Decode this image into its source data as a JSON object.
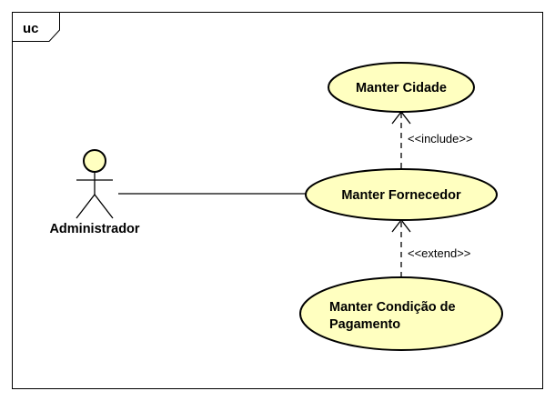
{
  "diagram": {
    "frame_label": "uc",
    "colors": {
      "usecase_fill": "#ffffc0",
      "actor_head_fill": "#ffffc0",
      "line": "#000000"
    },
    "actor": {
      "name": "Administrador"
    },
    "usecases": {
      "manter_cidade": "Manter Cidade",
      "manter_fornecedor": "Manter Fornecedor",
      "manter_condicao_line1": "Manter Condição de",
      "manter_condicao_line2": "Pagamento"
    },
    "relations": {
      "include_label": "<<include>>",
      "extend_label": "<<extend>>"
    }
  }
}
